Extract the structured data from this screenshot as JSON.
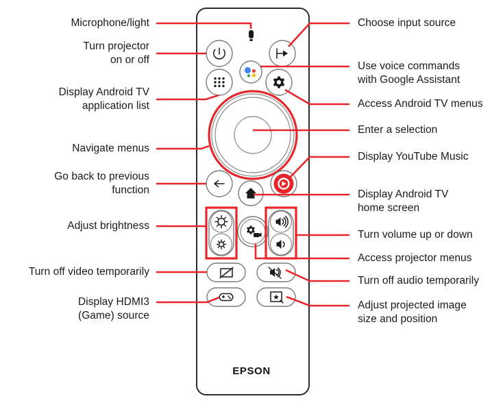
{
  "diagram": {
    "title": "Epson projector remote control button guide",
    "brand_label": "EPSON",
    "colors": {
      "highlight": "#e8252a",
      "outline": "#2b2b2b",
      "button_outline": "#6a6a6a",
      "text": "#1a1a1a",
      "assistant_blue": "#4285f4",
      "assistant_red": "#ea4335",
      "assistant_yellow": "#fbbc05",
      "assistant_green": "#34a853",
      "youtube_red": "#e8252a"
    }
  },
  "callouts_left": [
    {
      "label": "Microphone/light",
      "target": "microphone-light-indicator"
    },
    {
      "label": "Turn projector\non or off",
      "target": "power-button"
    },
    {
      "label": "Display Android TV\napplication list",
      "target": "apps-button"
    },
    {
      "label": "Navigate menus",
      "target": "navigation-wheel"
    },
    {
      "label": "Go back to previous\nfunction",
      "target": "back-button"
    },
    {
      "label": "Adjust brightness",
      "target": "brightness-button-group"
    },
    {
      "label": "Turn off video temporarily",
      "target": "blank-video-button"
    },
    {
      "label": "Display HDMI3\n(Game) source",
      "target": "game-source-button"
    }
  ],
  "callouts_right": [
    {
      "label": "Choose input source",
      "target": "input-source-button"
    },
    {
      "label": "Use voice commands\nwith Google Assistant",
      "target": "google-assistant-button"
    },
    {
      "label": "Access Android TV menus",
      "target": "android-settings-button"
    },
    {
      "label": "Enter a selection",
      "target": "enter-button"
    },
    {
      "label": "Display YouTube Music",
      "target": "youtube-music-button"
    },
    {
      "label": "Display Android TV\nhome screen",
      "target": "home-button"
    },
    {
      "label": "Turn volume up or down",
      "target": "volume-button-group"
    },
    {
      "label": "Access projector menus",
      "target": "projector-menu-button"
    },
    {
      "label": "Turn off audio temporarily",
      "target": "mute-button"
    },
    {
      "label": "Adjust projected image\nsize and position",
      "target": "image-adjust-button"
    }
  ],
  "remote_buttons": [
    {
      "name": "microphone-light-indicator",
      "icon": "microphone-icon"
    },
    {
      "name": "power-button",
      "icon": "power-icon"
    },
    {
      "name": "input-source-button",
      "icon": "input-source-icon"
    },
    {
      "name": "apps-button",
      "icon": "apps-grid-icon"
    },
    {
      "name": "google-assistant-button",
      "icon": "google-assistant-icon"
    },
    {
      "name": "android-settings-button",
      "icon": "gear-icon"
    },
    {
      "name": "navigation-wheel",
      "icon": "directional-pad-icon"
    },
    {
      "name": "enter-button",
      "icon": "enter-icon"
    },
    {
      "name": "back-button",
      "icon": "back-arrow-icon"
    },
    {
      "name": "home-button",
      "icon": "home-icon"
    },
    {
      "name": "youtube-music-button",
      "icon": "play-circle-icon"
    },
    {
      "name": "brightness-up-button",
      "icon": "brightness-high-icon"
    },
    {
      "name": "brightness-down-button",
      "icon": "brightness-low-icon"
    },
    {
      "name": "projector-menu-button",
      "icon": "projector-gear-icon"
    },
    {
      "name": "volume-up-button",
      "icon": "volume-up-icon"
    },
    {
      "name": "volume-down-button",
      "icon": "volume-down-icon"
    },
    {
      "name": "blank-video-button",
      "icon": "blank-screen-icon"
    },
    {
      "name": "mute-button",
      "icon": "mute-icon"
    },
    {
      "name": "game-source-button",
      "icon": "gamepad-icon"
    },
    {
      "name": "image-adjust-button",
      "icon": "image-adjust-icon"
    }
  ]
}
